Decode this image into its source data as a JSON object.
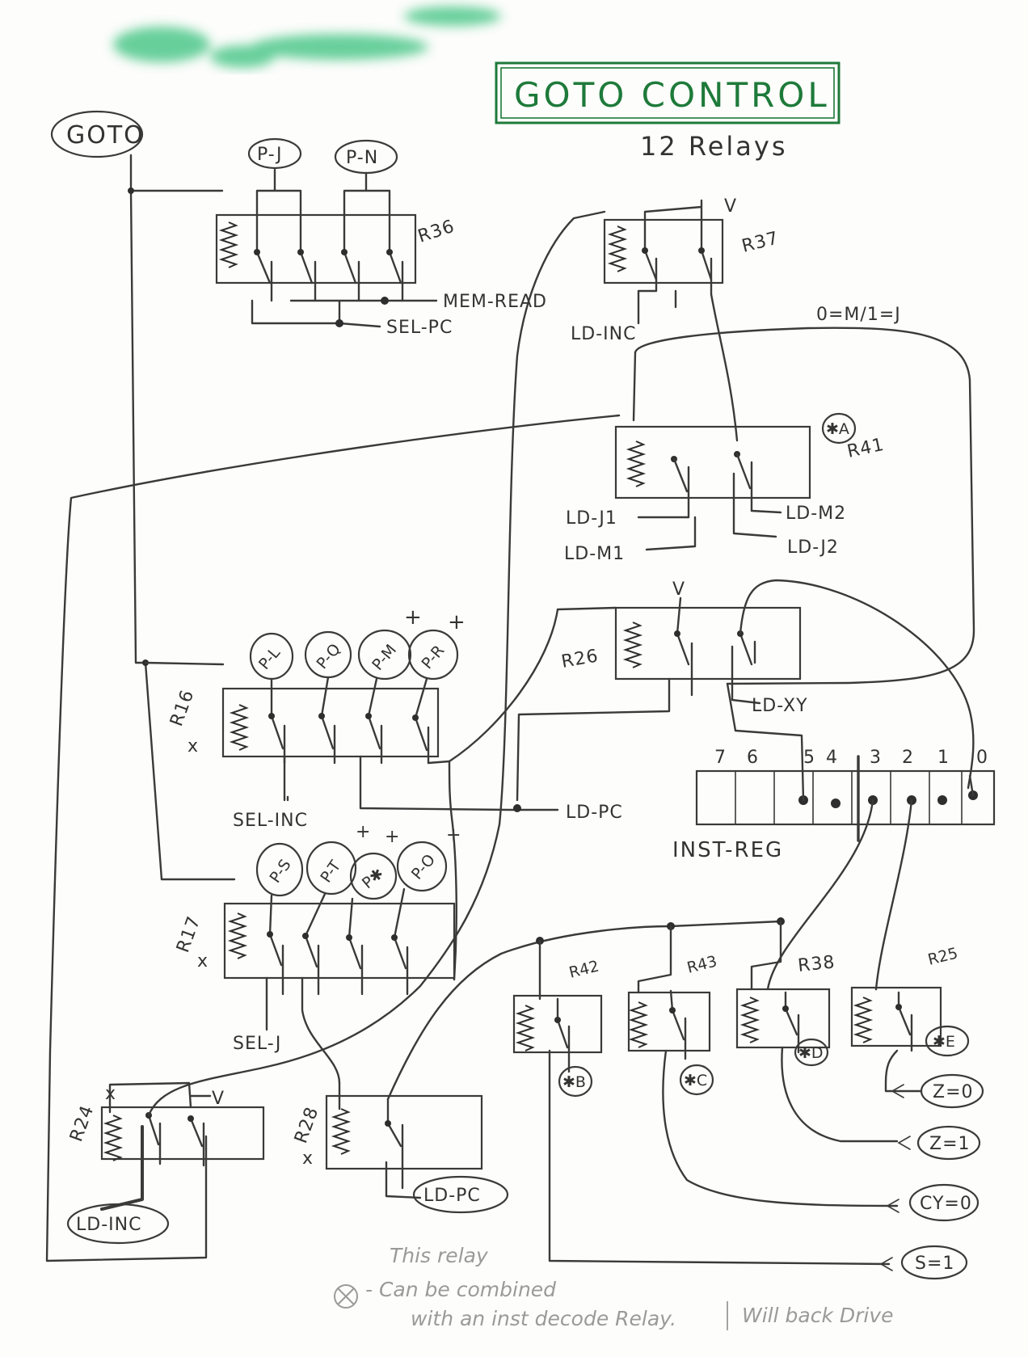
{
  "title": "GOTO CONTROL",
  "subtitle": "12 Relays",
  "colors": {
    "title": "#1e7a3a",
    "ink": "#3a3a3a",
    "wash": "#35c07a",
    "note": "#9a9a9a"
  },
  "terminals": {
    "goto": "GOTO",
    "pj": "P-J",
    "pn": "P-N",
    "pl": "P-L",
    "pq": "P-Q",
    "pm": "P-M",
    "pr": "P-R",
    "ps": "P-S",
    "pt": "P-T",
    "pstar": "P✱",
    "po": "P-O",
    "ld_inc_b": "LD-INC",
    "ld_pc_b": "LD-PC",
    "z0": "Z=0",
    "z1": "Z=1",
    "cy0": "CY=0",
    "s1": "S=1",
    "a": "✱A",
    "b": "✱B",
    "c": "✱C",
    "d": "✱D",
    "e": "✱E"
  },
  "relays": {
    "r36": "R36",
    "r37": "R37",
    "r41": "R41",
    "r26": "R26",
    "r16": "R16",
    "r17": "R17",
    "r42": "R42",
    "r43": "R43",
    "r38": "R38",
    "r25": "R25",
    "r24": "R24",
    "r28": "R28"
  },
  "signals": {
    "mem_read": "MEM-READ",
    "sel_pc": "SEL-PC",
    "ld_inc": "LD-INC",
    "v": "V",
    "mj": "0=M/1=J",
    "ld_j1": "LD-J1",
    "ld_m1": "LD-M1",
    "ld_m2": "LD-M2",
    "ld_j2": "LD-J2",
    "ld_xy": "LD-XY",
    "sel_inc": "SEL-INC",
    "ld_pc": "LD-PC",
    "sel_j": "SEL-J",
    "inst_reg": "INST-REG",
    "plus": "+",
    "x": "x"
  },
  "inst_reg_bits": [
    "7",
    "6",
    "5",
    "4",
    "3",
    "2",
    "1",
    "0"
  ],
  "note": {
    "line1": "This relay",
    "line2": "- Can be combined",
    "line3": "with an inst decode Relay.",
    "line4": "Will back Drive"
  }
}
